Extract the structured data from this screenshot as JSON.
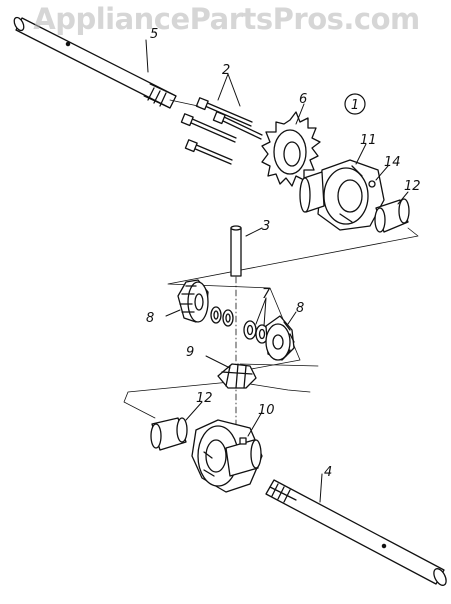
{
  "watermark": "AppliancePartsPros.com",
  "diagram_ref": "1",
  "callouts": {
    "c1": "1",
    "c2": "2",
    "c3": "3",
    "c4": "4",
    "c5": "5",
    "c6": "6",
    "c7": "7",
    "c8a": "8",
    "c8b": "8",
    "c9": "9",
    "c10": "10",
    "c11": "11",
    "c12a": "12",
    "c12b": "12",
    "c14": "14"
  },
  "colors": {
    "ink": "#111111",
    "paper": "#ffffff",
    "watermark": "#b4b4b4"
  }
}
